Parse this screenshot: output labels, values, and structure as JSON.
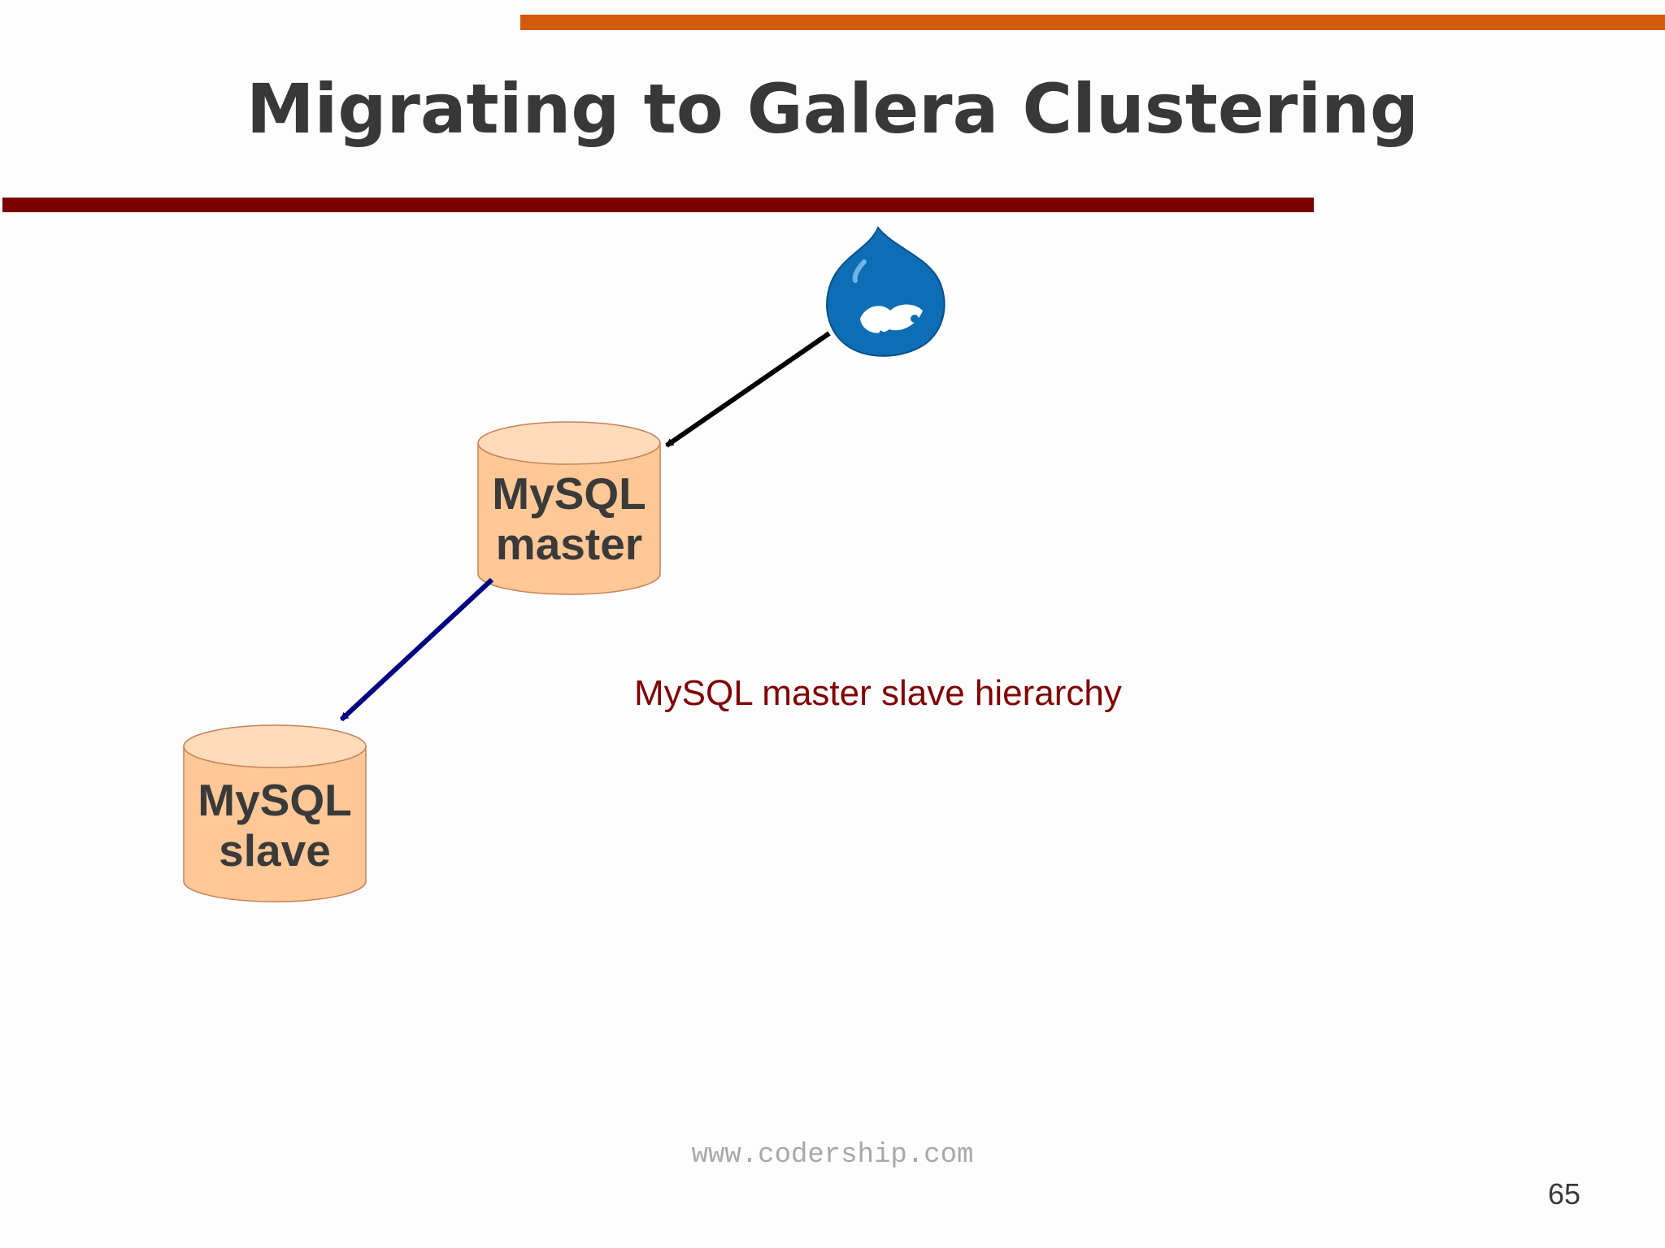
{
  "slide": {
    "title": "Migrating to Galera Clustering",
    "caption": "MySQL master slave hierarchy",
    "footer": "www.codership.com",
    "page_number": "65"
  },
  "nodes": {
    "master": {
      "line1": "MySQL",
      "line2": "master"
    },
    "slave": {
      "line1": "MySQL",
      "line2": "slave"
    }
  },
  "colors": {
    "top_bar": "#d35a0b",
    "title_underline": "#7b0000",
    "cylinder_fill": "#ffc896",
    "cylinder_top": "#ffdcb9",
    "cylinder_stroke": "#c8805a",
    "arrow_app": "#000000",
    "arrow_replication": "#000080",
    "caption": "#800000",
    "logo_blue": "#0d6db5"
  },
  "icons": {
    "logo": "drupal-drop-icon"
  }
}
